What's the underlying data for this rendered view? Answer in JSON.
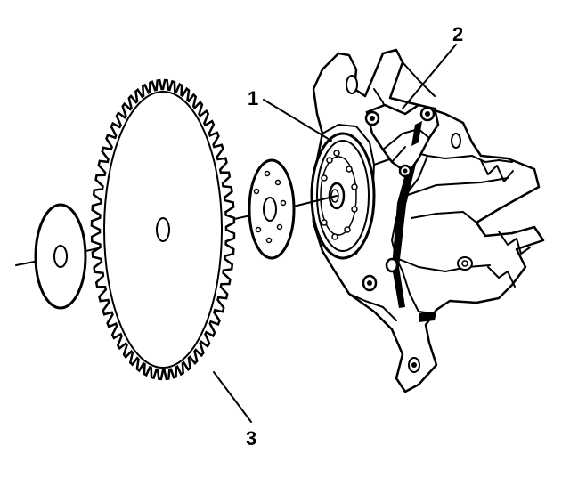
{
  "diagram": {
    "callouts": [
      {
        "id": "1",
        "label": "1",
        "part": "part-1"
      },
      {
        "id": "2",
        "label": "2",
        "part": "part-2"
      },
      {
        "id": "3",
        "label": "3",
        "part": "part-3"
      }
    ],
    "colors": {
      "ink": "#000000",
      "paper": "#ffffff"
    }
  }
}
